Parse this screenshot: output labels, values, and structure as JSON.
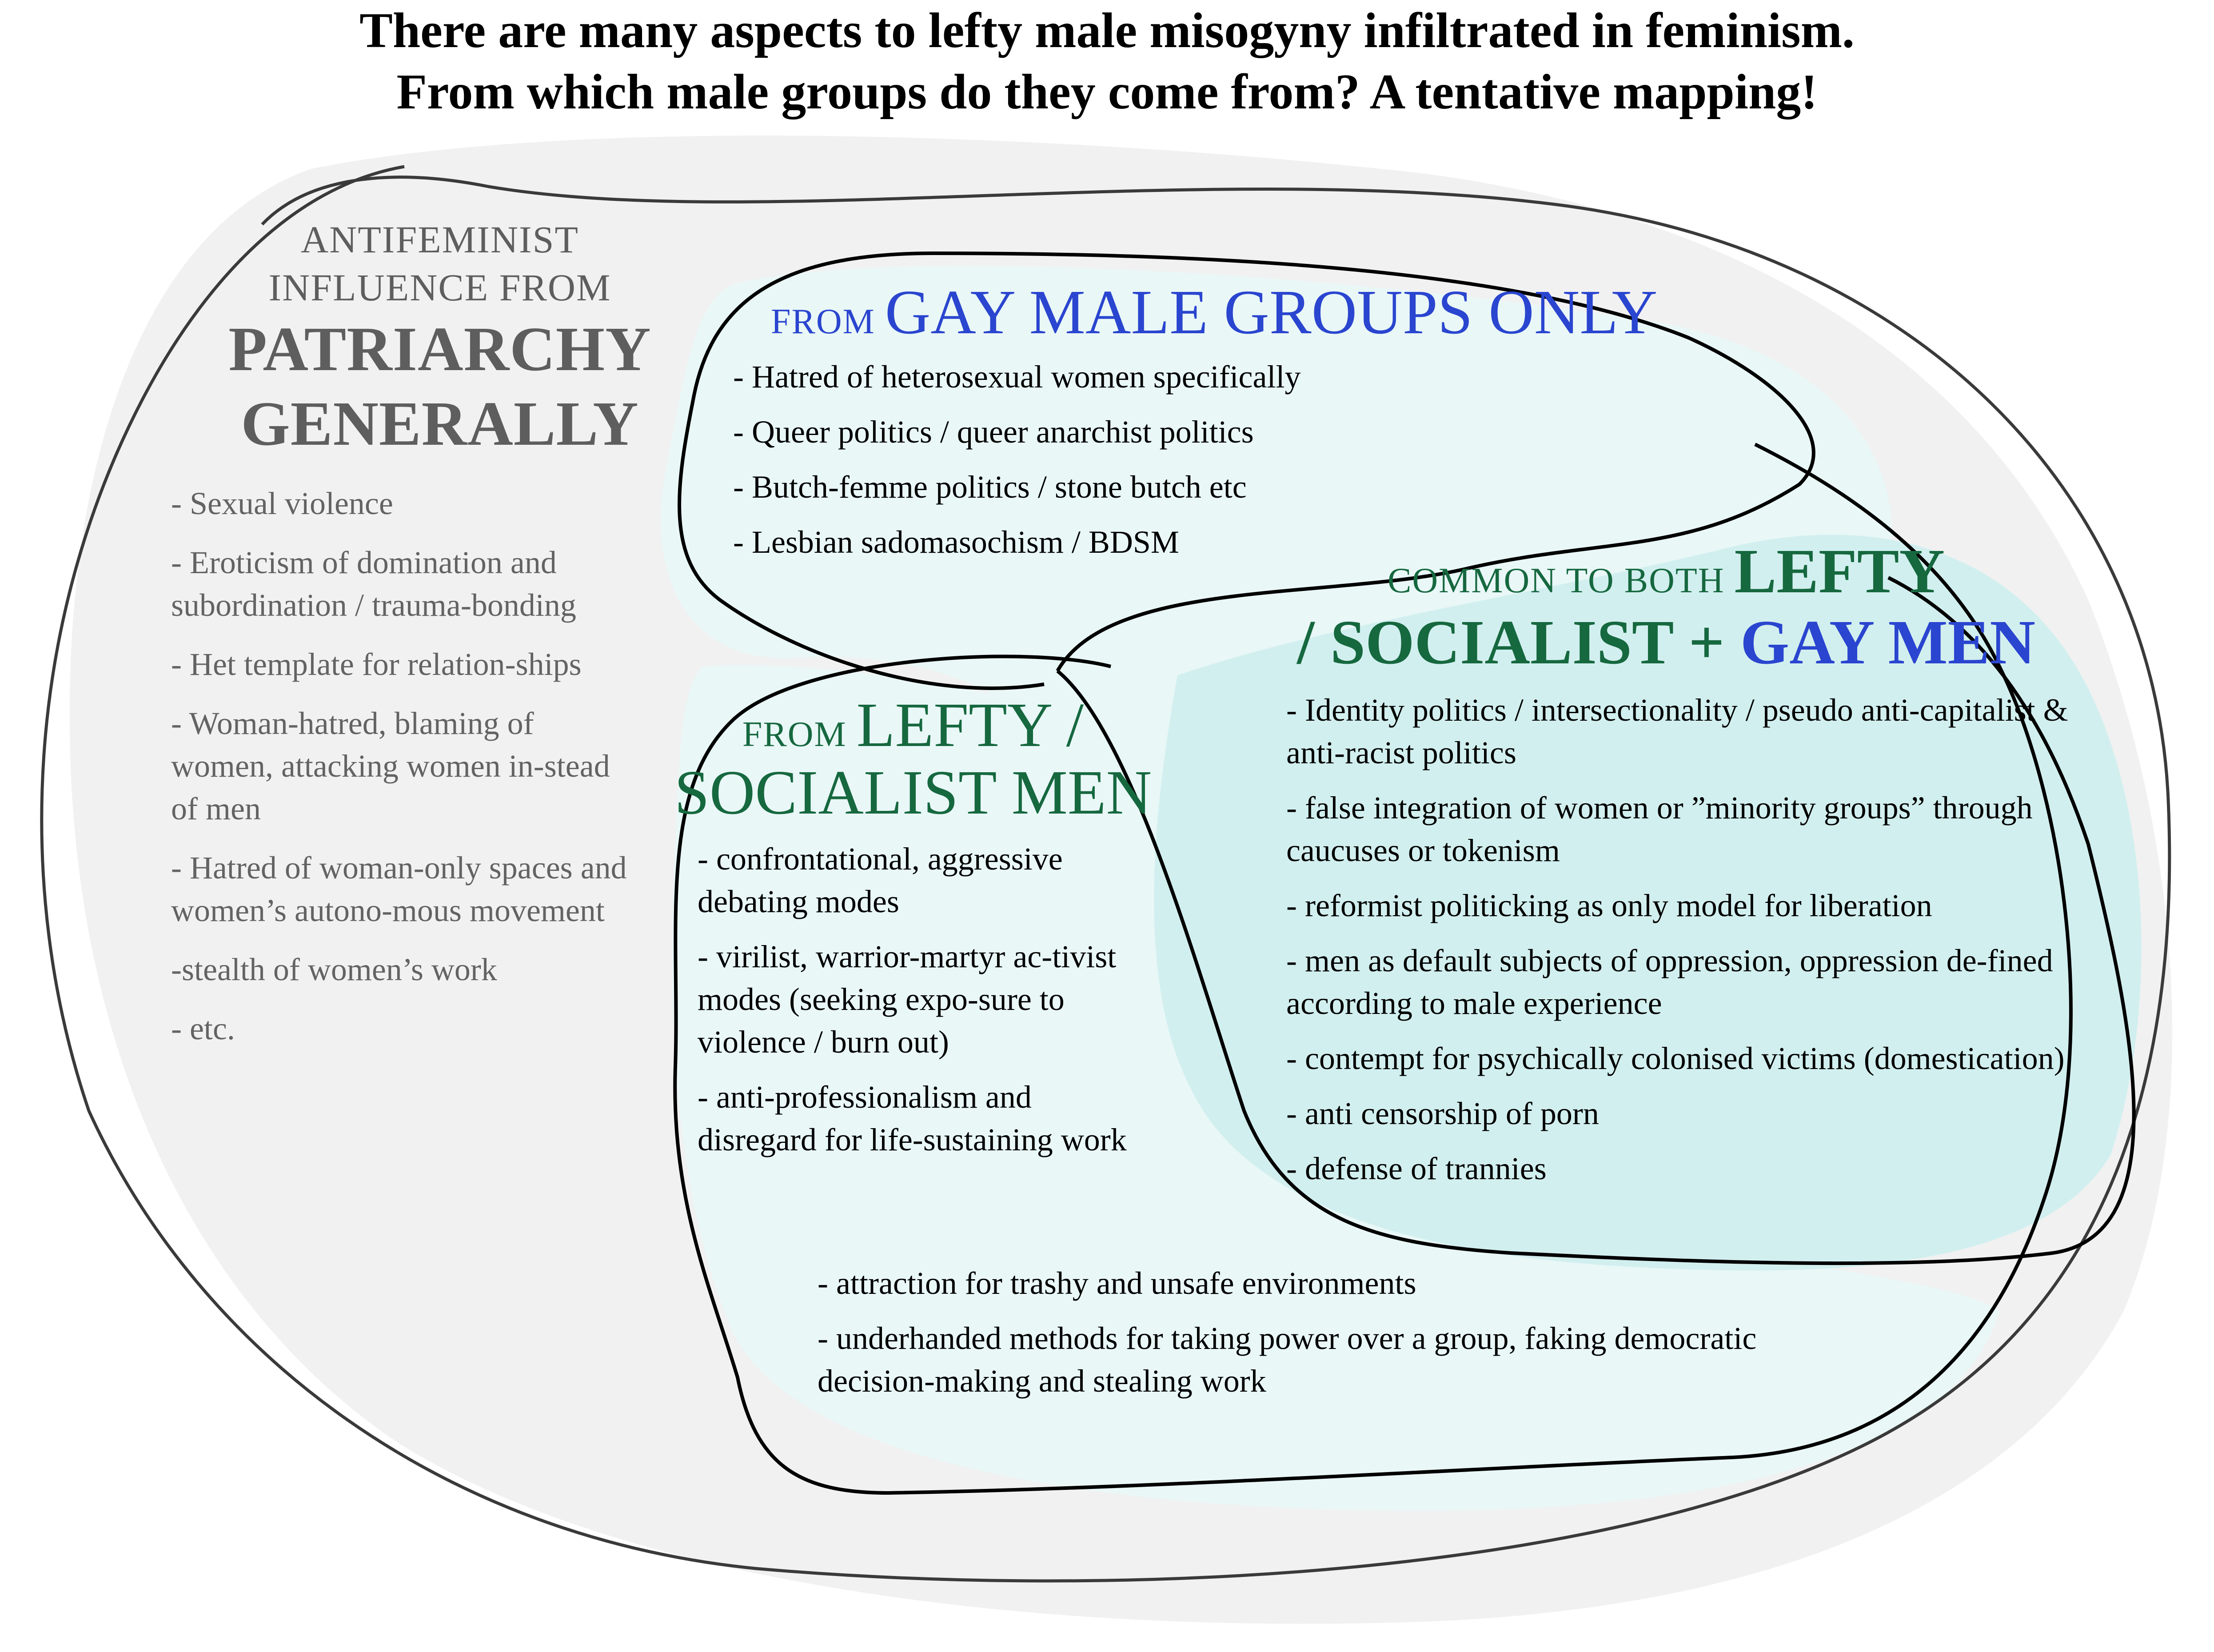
{
  "title": {
    "line1": "There are many aspects to lefty male misogyny infiltrated in feminism.",
    "line2": "From which male groups do they come from? A tentative mapping!"
  },
  "colors": {
    "patriarchy_text": "#5e5e5e",
    "gay_heading": "#2a45cf",
    "lefty_heading": "#16683f",
    "teal_fill": "#d2efef",
    "light_teal_fill": "#e9f7f7",
    "grey_fill": "#efefef"
  },
  "patriarchy": {
    "heading_small_1": "ANTIFEMINIST",
    "heading_small_2": "INFLUENCE FROM",
    "heading_big_1": "PATRIARCHY",
    "heading_big_2": "GENERALLY",
    "items": [
      "- Sexual violence",
      "- Eroticism of domination and subordination / trauma-bonding",
      "- Het template for relation-ships",
      "- Woman-hatred, blaming of women, attacking women in-stead of men",
      "- Hatred of woman-only spaces and women’s autono-mous movement",
      "-stealth of women’s work",
      "- etc."
    ]
  },
  "gay": {
    "heading_small": "FROM ",
    "heading_big": "GAY MALE GROUPS ONLY",
    "items": [
      "- Hatred of heterosexual women specifically",
      "- Queer politics / queer anarchist politics",
      "- Butch-femme politics / stone butch etc",
      "- Lesbian sadomasochism / BDSM"
    ]
  },
  "lefty": {
    "heading_small": "FROM ",
    "heading_big_1": "LEFTY /",
    "heading_big_2": "SOCIALIST MEN",
    "items": [
      "- confrontational, aggressive debating modes",
      "- virilist, warrior-martyr ac-tivist modes (seeking expo-sure to violence / burn out)",
      "-  anti-professionalism and disregard for life-sustaining work"
    ]
  },
  "common": {
    "heading_small": "COMMON TO BOTH ",
    "heading_big_1": "LEFTY",
    "heading_big_2": "/ SOCIALIST + ",
    "heading_big_3": "GAY MEN",
    "items": [
      "- Identity politics / intersectionality / pseudo anti-capitalist & anti-racist politics",
      "- false integration of women or ”minority groups” through caucuses or tokenism",
      "- reformist politicking as only model for liberation",
      "- men as default subjects of oppression, oppression de-fined according to male experience",
      "- contempt for psychically colonised victims (domestication)",
      "- anti censorship of porn",
      "- defense of trannies"
    ]
  },
  "shared": {
    "items": [
      "- attraction for trashy and unsafe environments",
      "- underhanded methods for taking power over a group, faking democratic decision-making and stealing work"
    ]
  }
}
